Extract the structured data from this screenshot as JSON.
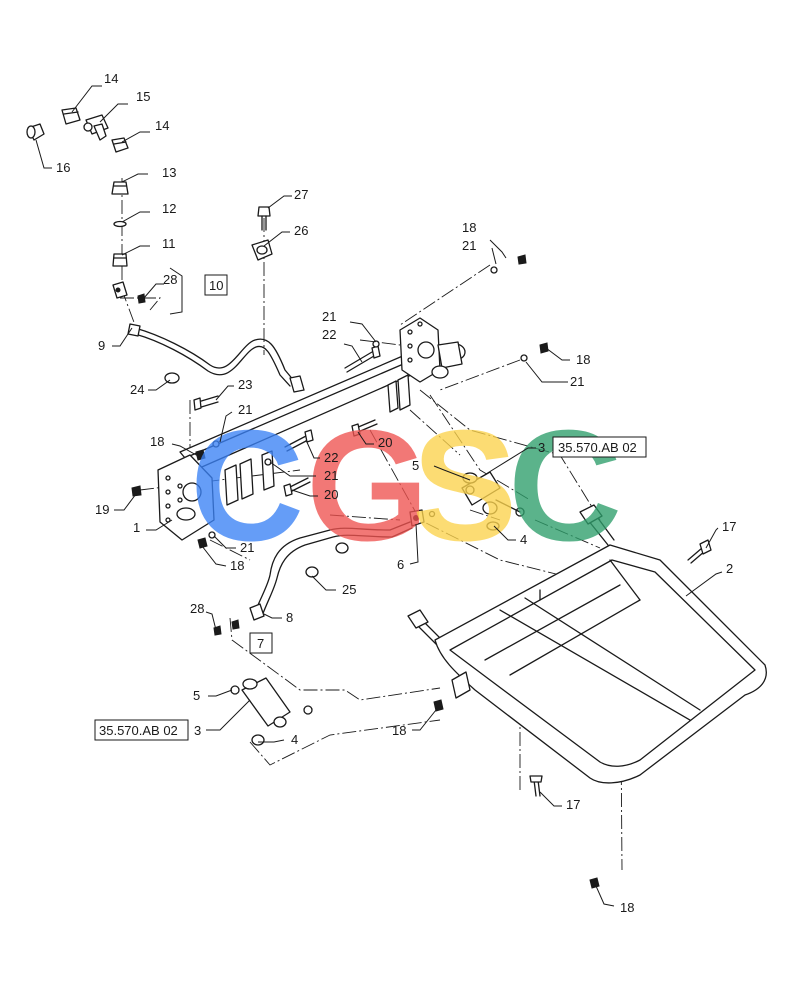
{
  "callouts": {
    "c14a": "14",
    "c15": "15",
    "c14b": "14",
    "c16": "16",
    "c13": "13",
    "c12": "12",
    "c11": "11",
    "c28a": "28",
    "c10": "10",
    "c27": "27",
    "c26": "26",
    "c9": "9",
    "c24": "24",
    "c18a": "18",
    "c21a": "21",
    "c21b": "21",
    "c22a": "22",
    "c18b": "18",
    "c21c": "21",
    "c23": "23",
    "c21d": "21",
    "c18c": "18",
    "c19": "19",
    "c1": "1",
    "c22b": "22",
    "c21e": "21",
    "c20a": "20",
    "c20b": "20",
    "c3a": "3",
    "c5a": "5",
    "c4a": "4",
    "c6": "6",
    "c21f": "21",
    "c18d": "18",
    "c25": "25",
    "c8": "8",
    "c28b": "28",
    "c7": "7",
    "c17a": "17",
    "c2": "2",
    "c5b": "5",
    "c3b": "3",
    "c4b": "4",
    "c18e": "18",
    "c17b": "17",
    "c18f": "18"
  },
  "references": {
    "ref_a": "35.570.AB 02",
    "ref_b": "35.570.AB 02"
  },
  "watermark": {
    "letters": [
      "C",
      "G",
      "S",
      "C"
    ],
    "colors": [
      "#3b82f6",
      "#ef5350",
      "#fcd34d",
      "#2e9e6b"
    ]
  }
}
